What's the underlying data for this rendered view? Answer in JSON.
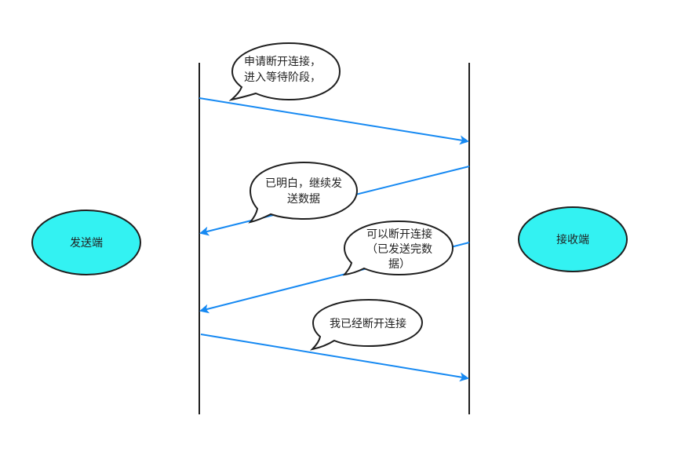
{
  "actors": {
    "sender": {
      "label": "发送端"
    },
    "receiver": {
      "label": "接收端"
    }
  },
  "messages": [
    {
      "lines": [
        "申请断开连接，",
        "进入等待阶段，"
      ]
    },
    {
      "lines": [
        "已明白，继续发",
        "送数据"
      ]
    },
    {
      "lines": [
        "可以断开连接",
        "（已发送完数",
        "据）"
      ]
    },
    {
      "lines": [
        "我已经断开连接"
      ]
    }
  ],
  "colors": {
    "actor_fill": "#33f2f2",
    "actor_stroke": "#1f1f1f",
    "lifeline": "#1f1f1f",
    "arrow": "#1689f2",
    "bubble_stroke": "#1f1f1f",
    "bubble_fill": "#ffffff"
  }
}
